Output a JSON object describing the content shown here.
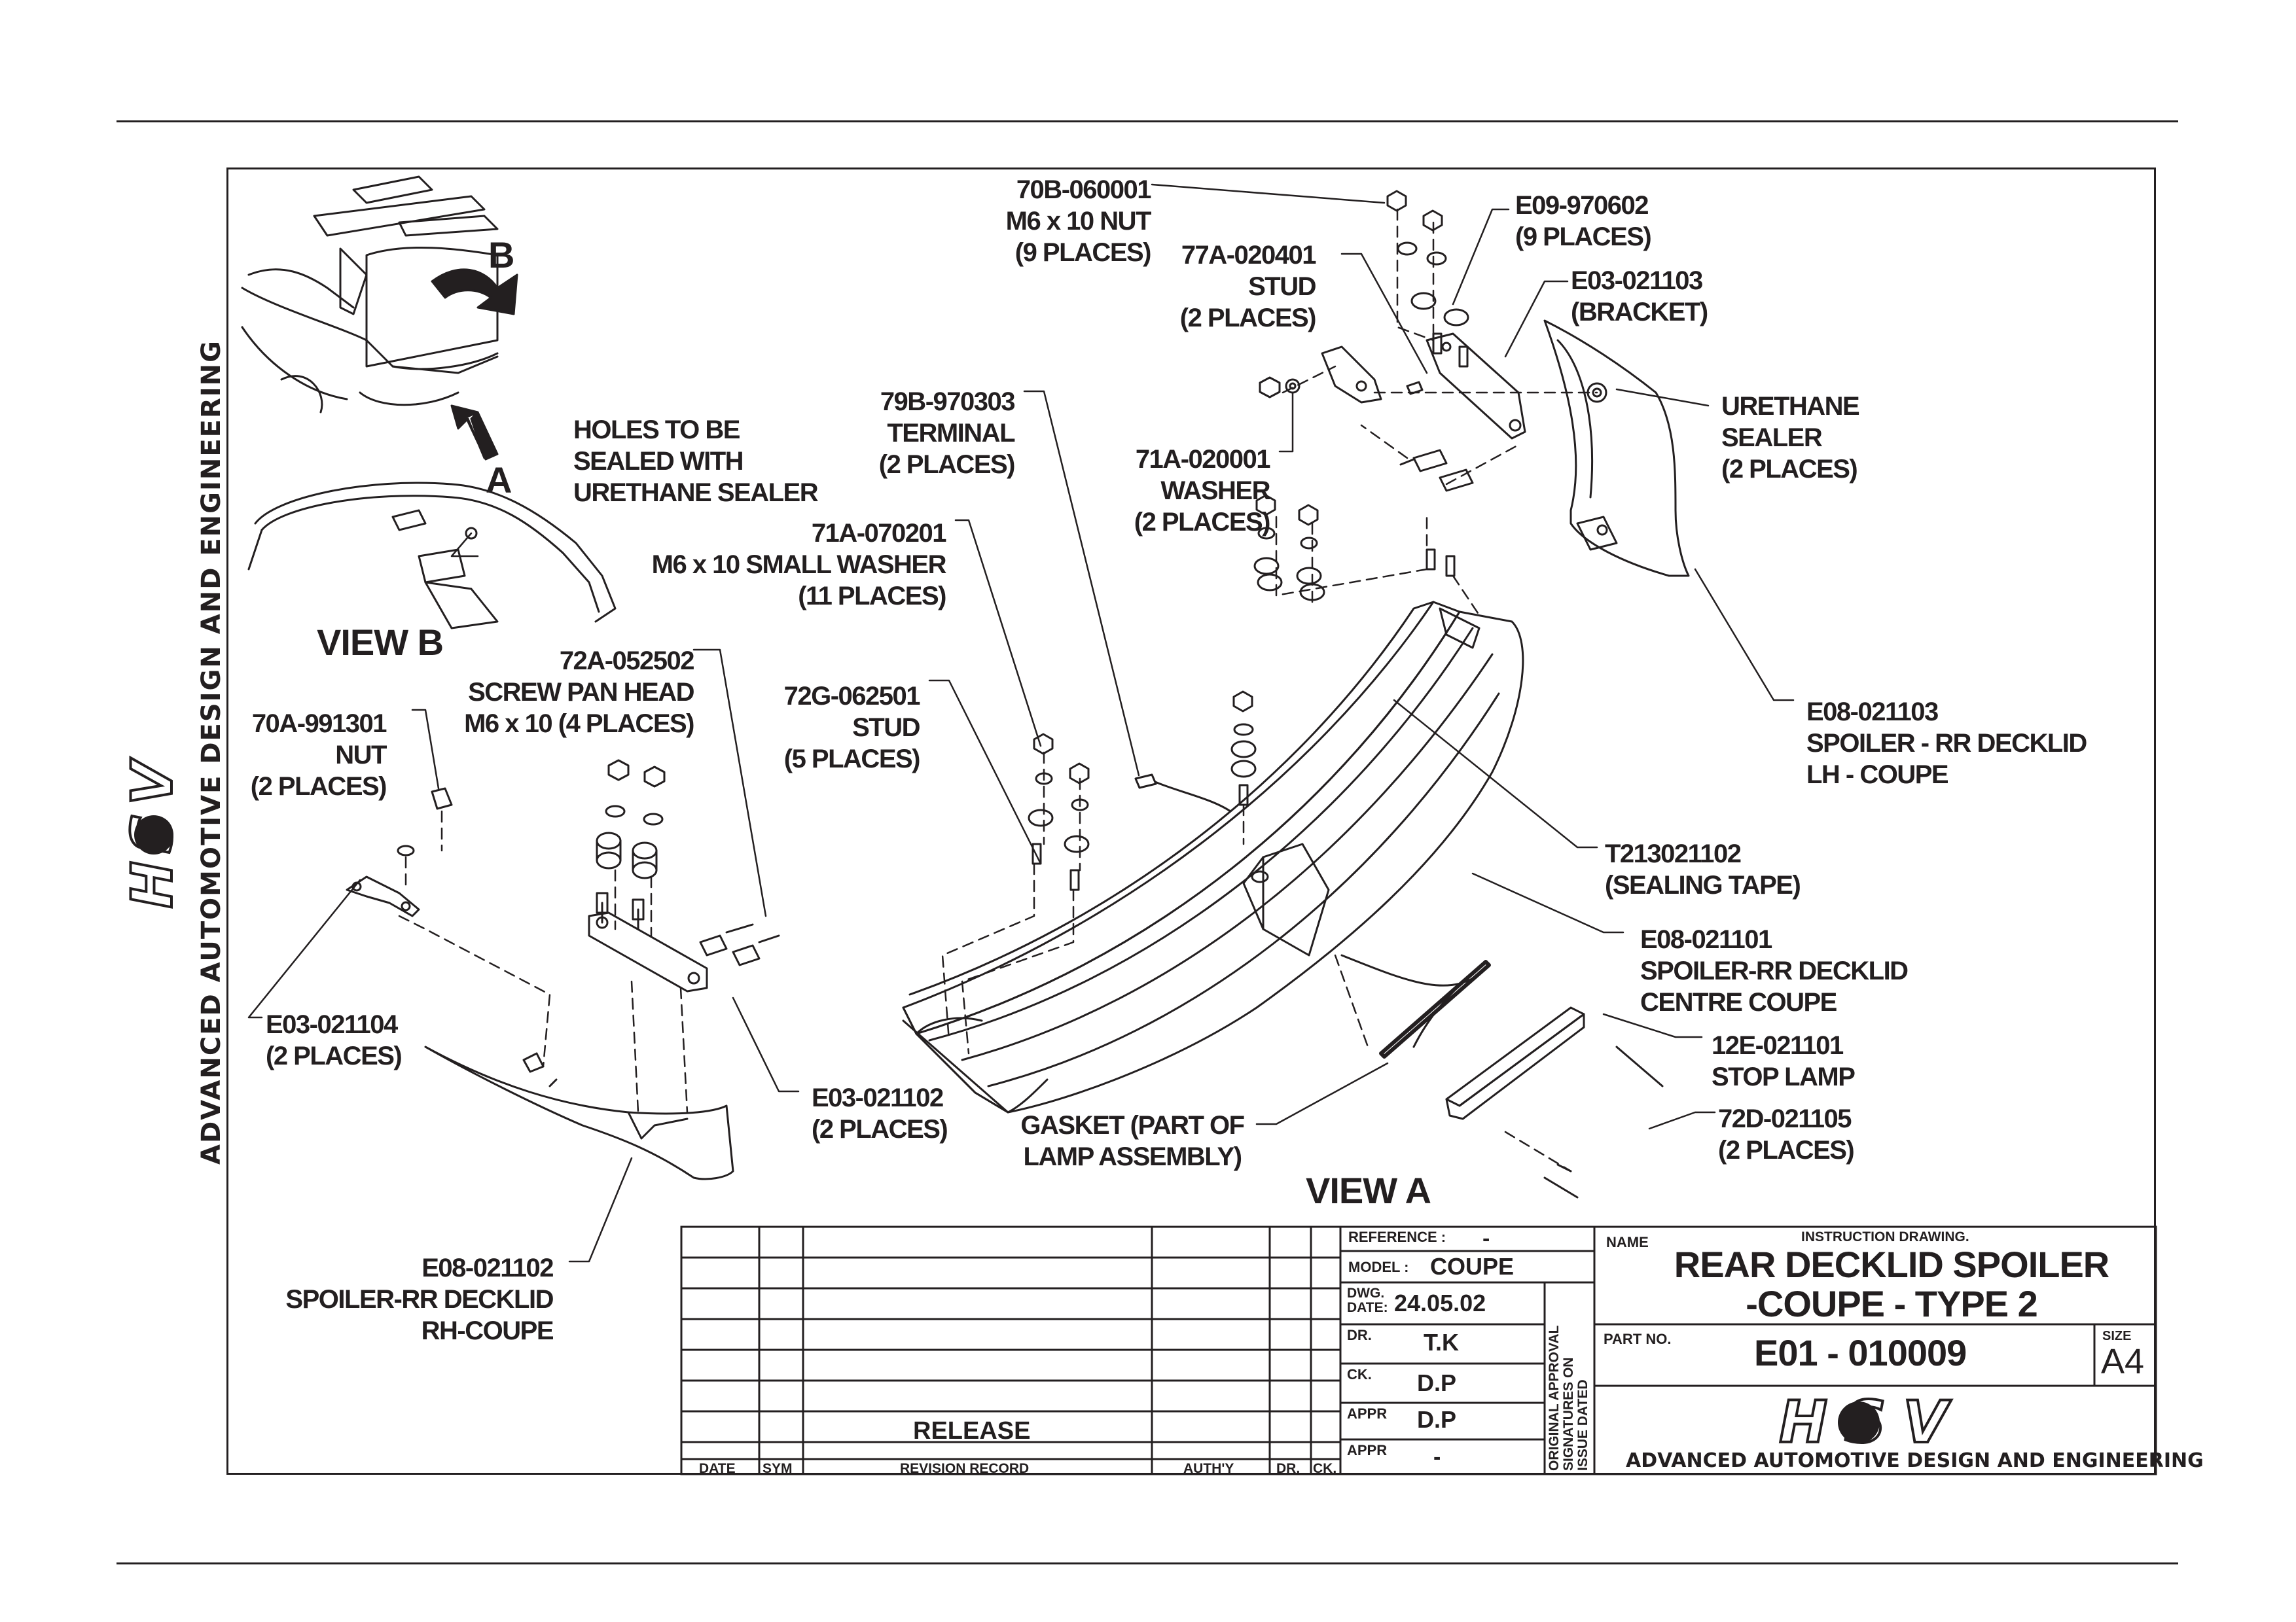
{
  "view_labels": {
    "view_a": "VIEW A",
    "view_b": "VIEW B",
    "arrow_a": "A",
    "arrow_b": "B"
  },
  "holes_note": "HOLES TO BE\nSEALED WITH\nURETHANE SEALER",
  "callouts": [
    {
      "id": "70b",
      "text": "70B-060001\nM6 x 10 NUT\n(9 PLACES)"
    },
    {
      "id": "77a",
      "text": "77A-020401\nSTUD\n(2 PLACES)"
    },
    {
      "id": "e09",
      "text": "E09-970602\n(9 PLACES)"
    },
    {
      "id": "e03-103",
      "text": "E03-021103\n(BRACKET)"
    },
    {
      "id": "79b",
      "text": "79B-970303\nTERMINAL\n(2 PLACES)"
    },
    {
      "id": "urethane",
      "text": "URETHANE\nSEALER\n(2 PLACES)"
    },
    {
      "id": "71a-020",
      "text": "71A-020001\nWASHER\n(2 PLACES)"
    },
    {
      "id": "71a-070",
      "text": "71A-070201\nM6 x 10 SMALL WASHER\n(11 PLACES)"
    },
    {
      "id": "72a",
      "text": "72A-052502\nSCREW PAN HEAD\nM6 x 10 (4 PLACES)"
    },
    {
      "id": "72g",
      "text": "72G-062501\nSTUD\n(5 PLACES)"
    },
    {
      "id": "70a",
      "text": "70A-991301\nNUT\n(2 PLACES)"
    },
    {
      "id": "e08-103",
      "text": "E08-021103\nSPOILER - RR DECKLID\nLH - COUPE"
    },
    {
      "id": "t213",
      "text": "T213021102\n(SEALING TAPE)"
    },
    {
      "id": "e08-101",
      "text": "E08-021101\nSPOILER-RR DECKLID\nCENTRE COUPE"
    },
    {
      "id": "12e",
      "text": "12E-021101\nSTOP LAMP"
    },
    {
      "id": "72d",
      "text": "72D-021105\n(2 PLACES)"
    },
    {
      "id": "e03-104",
      "text": "E03-021104\n(2 PLACES)"
    },
    {
      "id": "e03-102",
      "text": "E03-021102\n(2 PLACES)"
    },
    {
      "id": "gasket",
      "text": "GASKET (PART OF\nLAMP ASSEMBLY)"
    },
    {
      "id": "e08-102",
      "text": "E08-021102\nSPOILER-RR DECKLID\nRH-COUPE"
    }
  ],
  "company": {
    "logo_text": "HSV",
    "tagline": "ADVANCED AUTOMOTIVE DESIGN AND ENGINEERING"
  },
  "title_block": {
    "reference_label": "REFERENCE :",
    "reference_value": "-",
    "model_label": "MODEL :",
    "model_value": "COUPE",
    "date_label": "DWG.\nDATE:",
    "date_value": "24.05.02",
    "dr_label": "DR.",
    "dr_value": "T.K",
    "ck_label": "CK.",
    "ck_value": "D.P",
    "appr_label": "APPR",
    "appr_value": "D.P",
    "appr2_label": "APPR",
    "appr2_value": "-",
    "signatures_note": "ORIGINAL APPROVAL\nSIGNATURES ON\nISSUE DATED",
    "name_label": "NAME",
    "instruction": "INSTRUCTION DRAWING.",
    "title_line1": "REAR DECKLID SPOILER",
    "title_line2": "-COUPE - TYPE 2",
    "part_no_label": "PART NO.",
    "part_no": "E01 - 010009",
    "size_label": "SIZE",
    "size_value": "A4",
    "release": "RELEASE",
    "rev_headers": [
      "DATE",
      "SYM",
      "REVISION RECORD",
      "AUTH'Y",
      "DR.",
      "CK."
    ]
  }
}
